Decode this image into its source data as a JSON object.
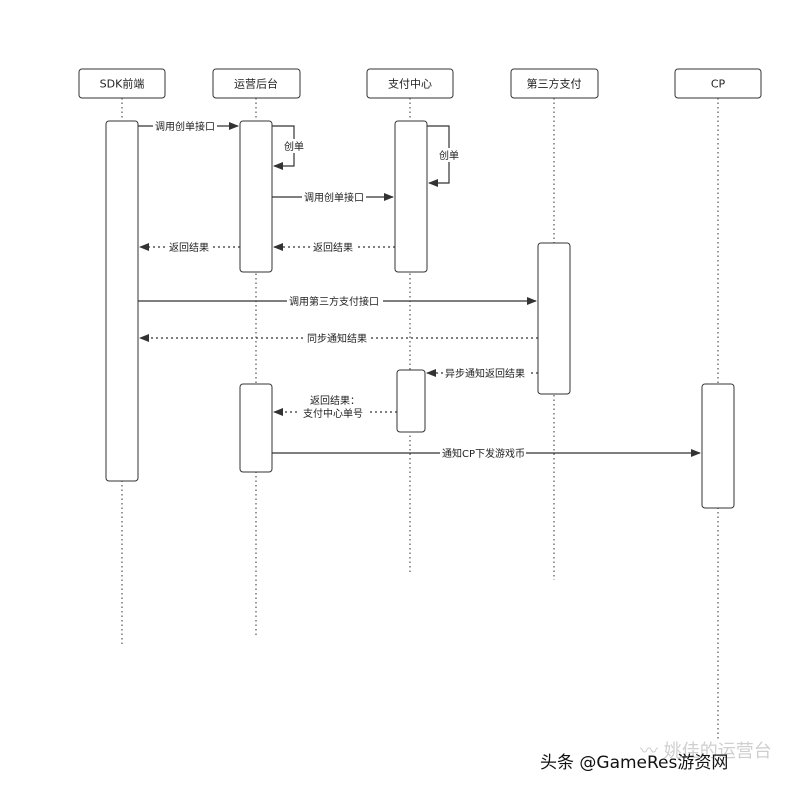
{
  "participants": [
    {
      "id": "sdk",
      "label": "SDK前端"
    },
    {
      "id": "ops",
      "label": "运营后台"
    },
    {
      "id": "pay",
      "label": "支付中心"
    },
    {
      "id": "third",
      "label": "第三方支付"
    },
    {
      "id": "cp",
      "label": "CP"
    }
  ],
  "messages": [
    {
      "id": "m1",
      "label": "调用创单接口",
      "style": "solid"
    },
    {
      "id": "m2",
      "label": "创单",
      "style": "solid"
    },
    {
      "id": "m3",
      "label": "创单",
      "style": "solid"
    },
    {
      "id": "m4",
      "label": "调用创单接口",
      "style": "solid"
    },
    {
      "id": "m5",
      "label": "返回结果",
      "style": "dotted"
    },
    {
      "id": "m6",
      "label": "返回结果",
      "style": "dotted"
    },
    {
      "id": "m7",
      "label": "调用第三方支付接口",
      "style": "solid"
    },
    {
      "id": "m8",
      "label": "同步通知结果",
      "style": "dotted"
    },
    {
      "id": "m9",
      "label": "异步通知返回结果",
      "style": "dotted"
    },
    {
      "id": "m10",
      "label_lines": [
        "返回结果：",
        "支付中心单号"
      ],
      "style": "dotted"
    },
    {
      "id": "m11",
      "label": "通知CP下发游戏币",
      "style": "solid"
    }
  ],
  "watermark": {
    "text": "头条 @GameRes游资网",
    "ghost_text": "〰 姚佳的运营台"
  },
  "colors": {
    "line": "#444444",
    "text": "#222222",
    "background": "#ffffff"
  }
}
